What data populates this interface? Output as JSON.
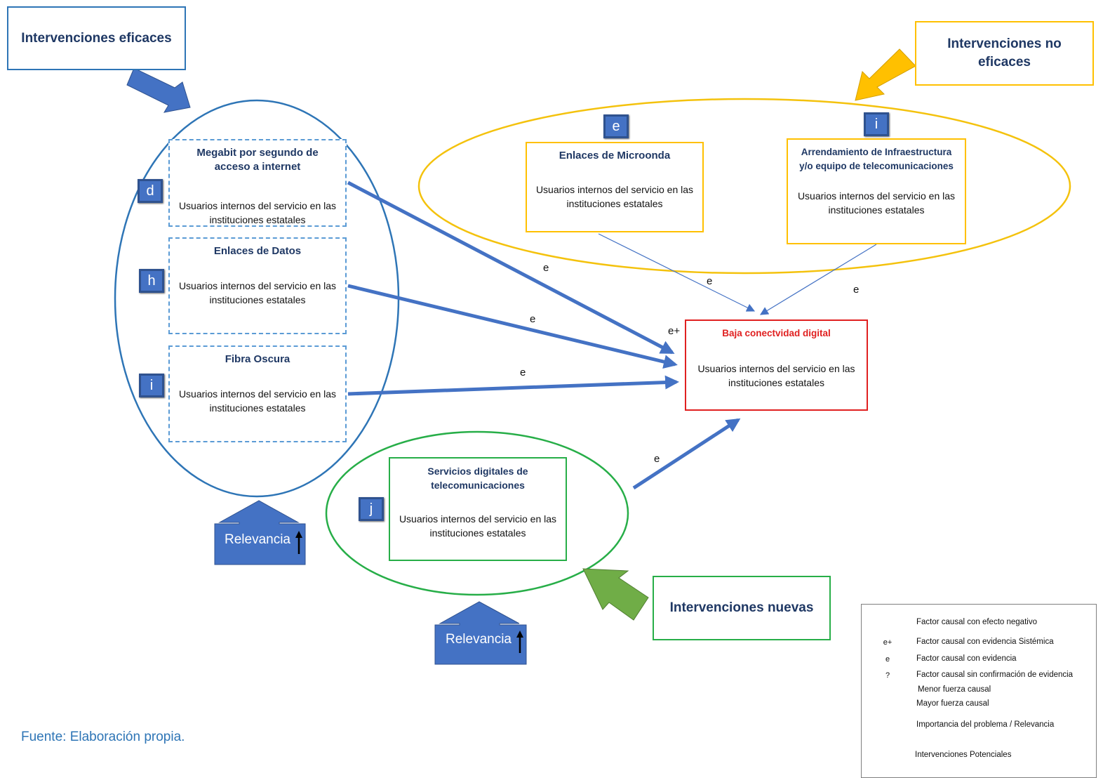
{
  "categories": {
    "eficaces": "Intervenciones eficaces",
    "no_eficaces": "Intervenciones no eficaces",
    "nuevas": "Intervenciones nuevas"
  },
  "nodes": {
    "megabit": {
      "badge": "d",
      "title": "Megabit por segundo de acceso a internet",
      "body": "Usuarios internos del servicio en las instituciones estatales"
    },
    "enlaces_datos": {
      "badge": "h",
      "title": "Enlaces de Datos",
      "body": "Usuarios internos del servicio en las instituciones estatales"
    },
    "fibra": {
      "badge": "i",
      "title": "Fibra Oscura",
      "body": "Usuarios internos del servicio en las instituciones estatales"
    },
    "microonda": {
      "badge": "e",
      "title": "Enlaces de Microonda",
      "body": "Usuarios internos del servicio en las instituciones estatales"
    },
    "arrendamiento": {
      "badge": "i",
      "title": "Arrendamiento de Infraestructura y/o equipo de telecomunicaciones",
      "body": "Usuarios internos del servicio en las instituciones estatales"
    },
    "servicios": {
      "badge": "j",
      "title": "Servicios digitales de telecomunicaciones",
      "body": "Usuarios internos del servicio en las instituciones estatales"
    },
    "target": {
      "title": "Baja conectvidad digital",
      "body": "Usuarios internos del servicio en las instituciones estatales"
    }
  },
  "edge_labels": {
    "megabit": "e",
    "enlaces_datos": "e",
    "fibra": "e",
    "target_top": "e+",
    "microonda": "e",
    "arrendamiento": "e",
    "servicios": "e"
  },
  "relevancia": "Relevancia",
  "source": "Fuente: Elaboración propia.",
  "legend": {
    "items": [
      {
        "symbol": "",
        "text": "Factor causal con efecto negativo"
      },
      {
        "symbol": "e+",
        "text": "Factor causal con evidencia Sistémica"
      },
      {
        "symbol": "e",
        "text": "Factor causal con evidencia"
      },
      {
        "symbol": "?",
        "text": "Factor causal sin confirmación de evidencia"
      },
      {
        "symbol": "",
        "text": "Menor fuerza causal"
      },
      {
        "symbol": "",
        "text": "Mayor fuerza causal"
      },
      {
        "symbol": "Relevancia",
        "text": "Importancia del problema / Relevancia"
      },
      {
        "symbol": "",
        "text": "Intervenciones Potenciales"
      }
    ]
  },
  "colors": {
    "blue": "#4472c4",
    "dark_blue": "#1f3864",
    "ellipse_blue": "#2e75b6",
    "gold": "#f4c20d",
    "green": "#27ae48",
    "red": "#e02020",
    "green_arrow": "#70ad47"
  }
}
